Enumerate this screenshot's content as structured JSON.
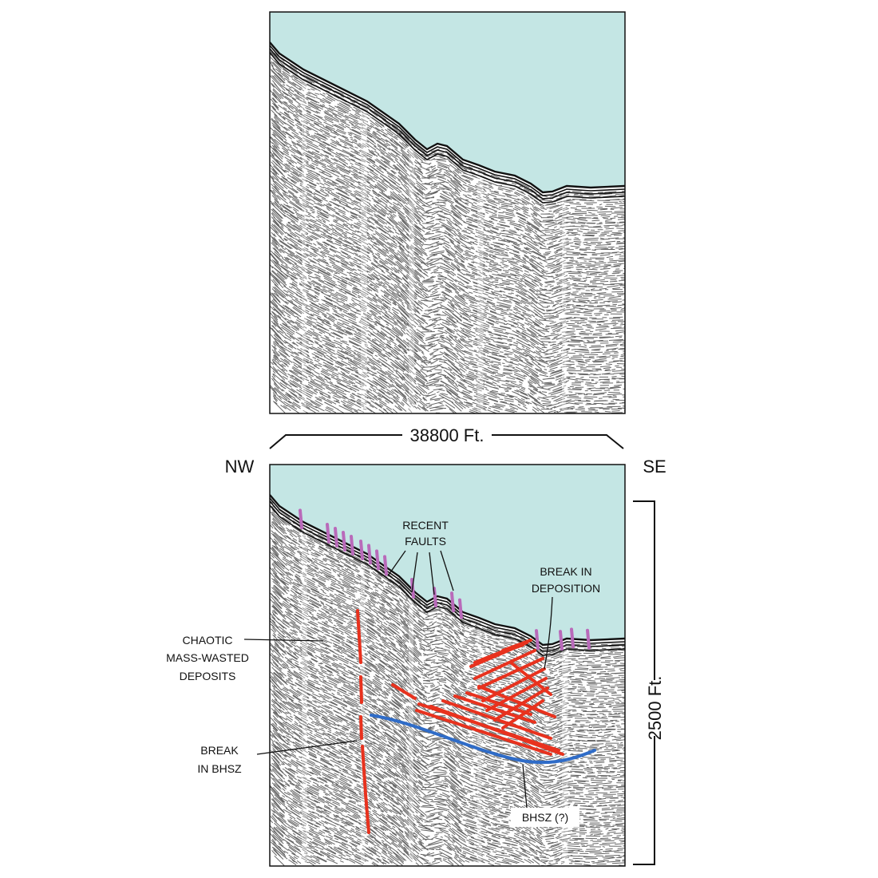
{
  "figure": {
    "width_label": "38800 Ft.",
    "depth_label": "2500 Ft.",
    "direction_left": "NW",
    "direction_right": "SE"
  },
  "annotations": {
    "recent_faults_line1": "RECENT",
    "recent_faults_line2": "FAULTS",
    "break_deposition_line1": "BREAK IN",
    "break_deposition_line2": "DEPOSITION",
    "chaotic_line1": "CHAOTIC",
    "chaotic_line2": "MASS-WASTED",
    "chaotic_line3": "DEPOSITS",
    "break_bhsz_line1": "BREAK",
    "break_bhsz_line2": "IN BHSZ",
    "bhsz": "BHSZ (?)"
  },
  "colors": {
    "water": "#c4e6e4",
    "fault_marker": "#b96aba",
    "interpretation_red": "#e8321e",
    "bhsz_blue": "#2f6cc8",
    "seismic_ink": "#2a2a2a"
  }
}
